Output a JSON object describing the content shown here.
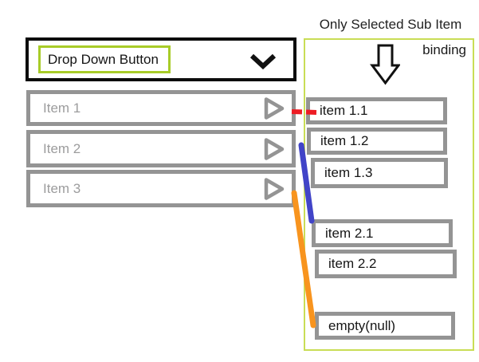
{
  "dropdown": {
    "label": "Drop Down Button",
    "chevron_icon": "chevron-down"
  },
  "items": [
    {
      "label": "Item 1"
    },
    {
      "label": "Item 2"
    },
    {
      "label": "Item 3"
    }
  ],
  "annotation": {
    "title": "Only Selected Sub Item",
    "subtitle": "binding",
    "arrow_icon": "block-arrow-down"
  },
  "sub_items": [
    {
      "label": "item 1.1"
    },
    {
      "label": "item 1.2"
    },
    {
      "label": "item 1.3"
    },
    {
      "label": "item 2.1"
    },
    {
      "label": "item 2.2"
    },
    {
      "label": "empty(null)"
    }
  ],
  "connectors": [
    {
      "from": "Item 1",
      "to": "item 1.1",
      "color": "#ed1c24",
      "style": "dashed"
    },
    {
      "from": "Item 2",
      "to": "item 2.1",
      "color": "#4144c8",
      "style": "solid"
    },
    {
      "from": "Item 3",
      "to": "empty(null)",
      "color": "#f8941e",
      "style": "solid"
    }
  ],
  "colors": {
    "accent_green": "#a8cc28",
    "panel_border": "#c9dd55",
    "box_gray": "#949494",
    "item_text_gray": "#9c9c9d",
    "black": "#111111"
  }
}
